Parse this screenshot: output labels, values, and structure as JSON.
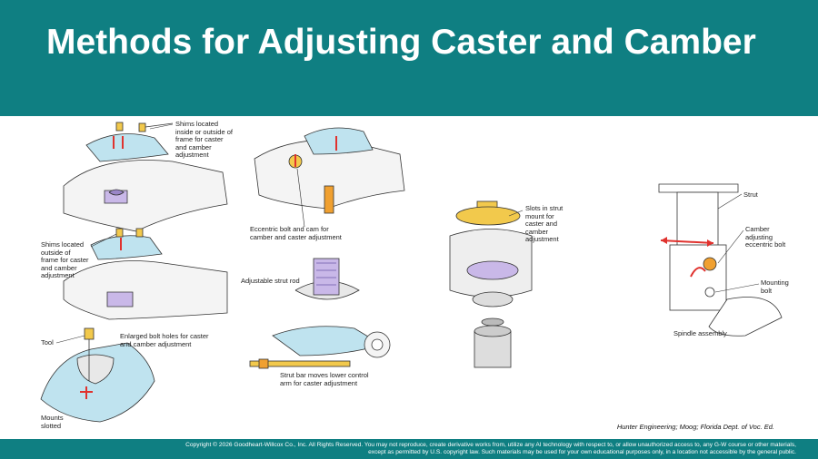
{
  "slide": {
    "title": "Methods for Adjusting Caster and Camber",
    "credit": "Hunter Engineering; Moog; Florida Dept. of Voc. Ed.",
    "copyright": "Copyright © 2026 Goodheart-Willcox Co., Inc. All Rights Reserved. You may not reproduce, create derivative works from, utilize any AI technology with respect to, or allow unauthorized access to, any G-W course or other materials,\nexcept as permitted by U.S. copyright law. Such materials may be used for your own educational purposes only, in a location not accessible by the general public."
  },
  "labels": {
    "shims_inside_outside": "Shims located\ninside or outside of\nframe for caster\nand camber\nadjustment",
    "shims_outside": "Shims located\noutside of\nframe for caster\nand camber\nadjustment",
    "tool": "Tool",
    "enlarged_bolt_holes": "Enlarged bolt holes for caster\nand camber adjustment",
    "mounts_slotted": "Mounts\nslotted",
    "eccentric_bolt_cam": "Eccentric bolt and cam for\ncamber and caster adjustment",
    "adjustable_strut_rod": "Adjustable strut rod",
    "strut_bar_moves": "Strut bar moves lower control\narm for caster adjustment",
    "slots_in_strut_mount": "Slots in strut\nmount for\ncaster and\ncamber\nadjustment",
    "strut": "Strut",
    "camber_eccentric_bolt": "Camber\nadjusting\neccentric bolt",
    "mounting_bolt": "Mounting\nbolt",
    "spindle_assembly": "Spindle assembly"
  },
  "colors": {
    "header": "#0f7f82",
    "accent_red": "#e0322e",
    "accent_purple": "#9a86c8",
    "accent_orange": "#f0a030",
    "accent_yellow": "#f2c94c"
  }
}
